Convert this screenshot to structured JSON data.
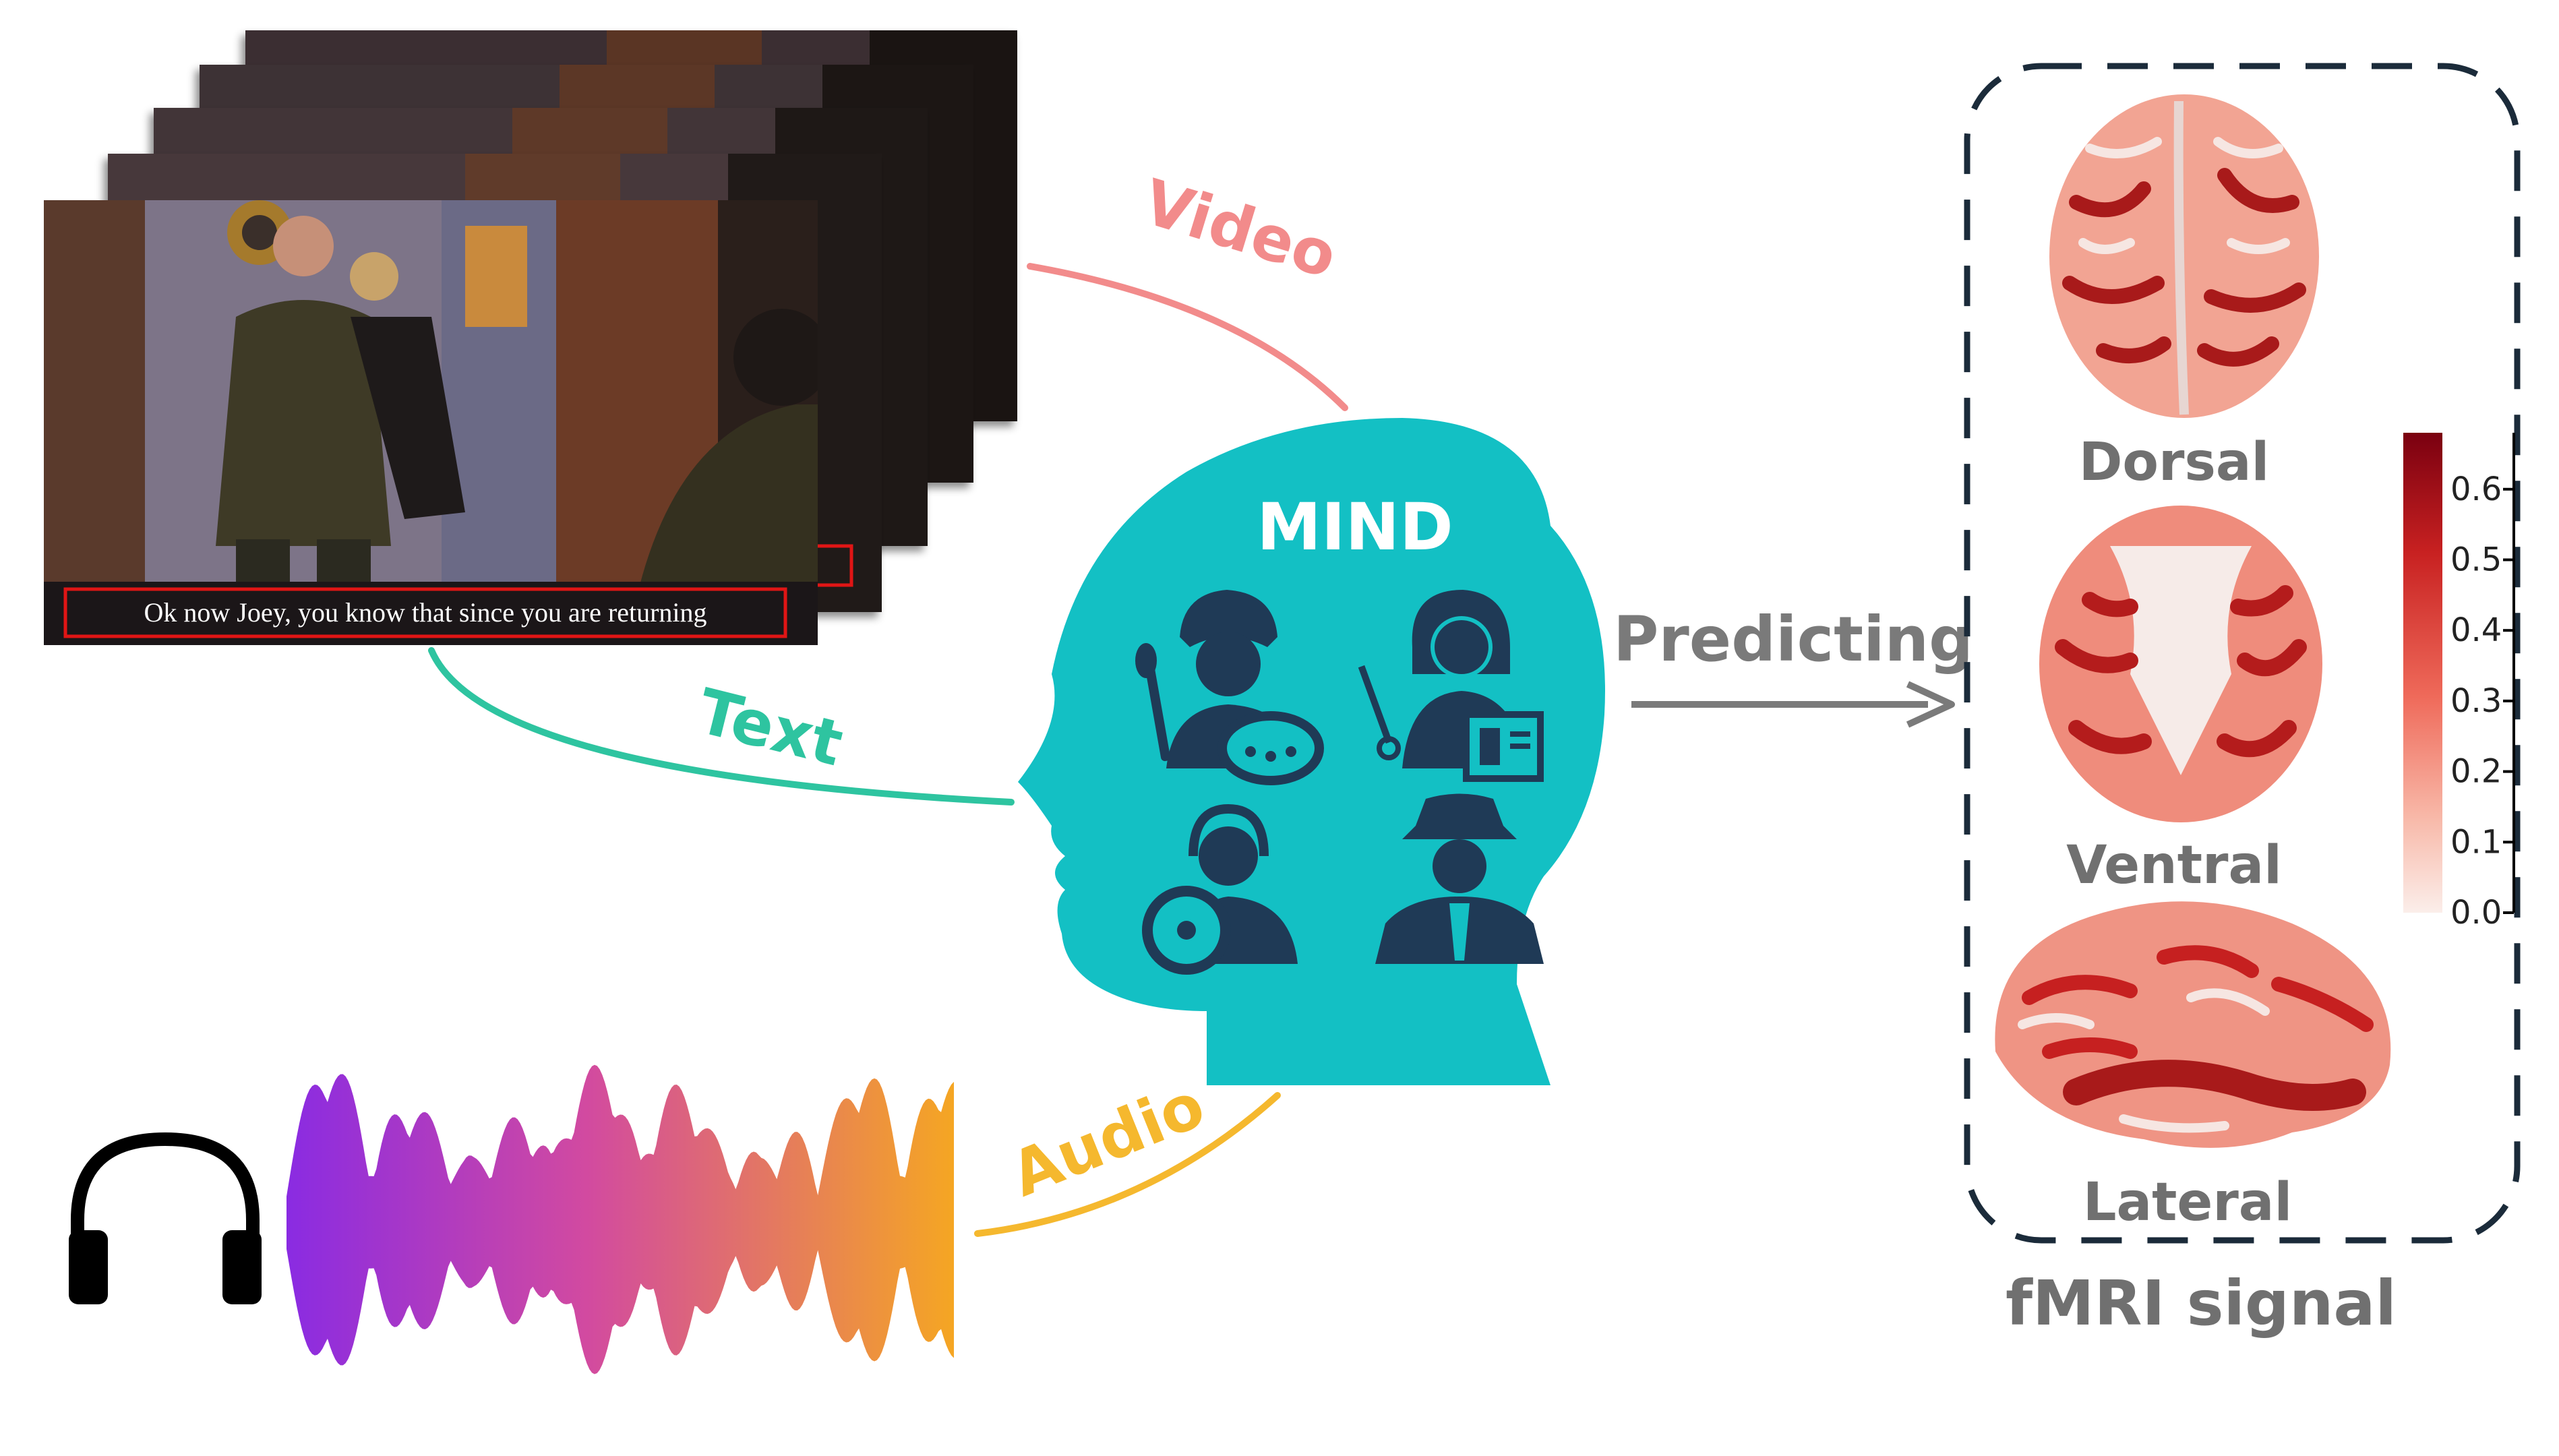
{
  "video_frames": {
    "subtitle": "Ok now Joey, you know that since you are returning"
  },
  "modalities": {
    "video": "Video",
    "text": "Text",
    "audio": "Audio"
  },
  "head": {
    "title": "MIND",
    "persona_icons": [
      "artist-icon",
      "teacher-icon",
      "listener-icon",
      "detective-icon"
    ]
  },
  "arrow": {
    "label": "Predicting"
  },
  "brain_panel": {
    "views": [
      "Dorsal",
      "Ventral",
      "Lateral"
    ],
    "caption": "fMRI signal",
    "colorbar": {
      "ticks": [
        "0.6",
        "0.5",
        "0.4",
        "0.3",
        "0.2",
        "0.1",
        "0.0"
      ],
      "min": 0.0,
      "max": 0.68
    }
  },
  "colors": {
    "video_curve": "#f28b8b",
    "text_curve": "#2ec4a0",
    "audio_curve": "#f5b82e",
    "head": "#13c0c4",
    "icon": "#1f3a56",
    "arrow": "#7a7a7a",
    "panel_border": "#1b2b3a",
    "brain_dark": "#a81a1a"
  }
}
